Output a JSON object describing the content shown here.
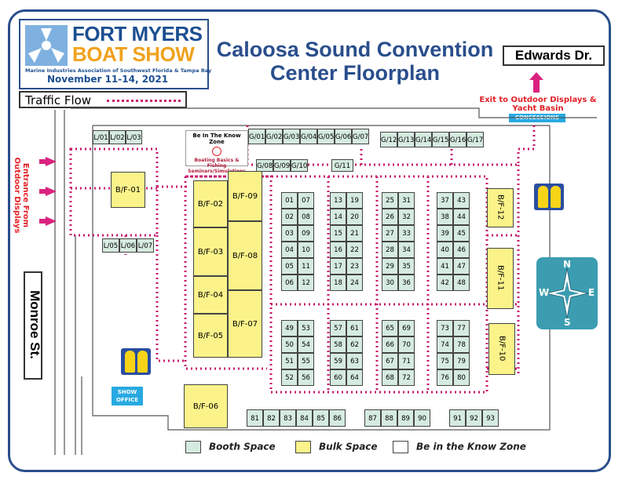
{
  "logo": {
    "line1": "FORT MYERS",
    "line2": "BOAT SHOW",
    "line3": "Marine Industries Association of Southwest Florida & Tampa Bay",
    "date": "November 11-14, 2021"
  },
  "title": {
    "line1": "Caloosa Sound Convention",
    "line2": "Center Floorplan"
  },
  "streets": {
    "north": "Edwards Dr.",
    "west": "Monroe St."
  },
  "traffic_flow_label": "Traffic Flow",
  "labels": {
    "entrance": "Entrance From Outdoor Displays",
    "exit": "Exit to Outdoor Displays & Yacht Basin",
    "concessions": "CONCESSIONS",
    "show_office": "SHOW OFFICE",
    "know_zone_title": "Be In The Know Zone",
    "know_zone_sub": "Boating Basics & Fishing Seminars/Simulations",
    "compass": {
      "n": "N",
      "s": "S",
      "e": "E",
      "w": "W"
    }
  },
  "legend": {
    "booth": "Booth Space",
    "bulk": "Bulk Space",
    "know": "Be in the Know Zone"
  },
  "colors": {
    "booth": "#d6ebe0",
    "bulk": "#fbf38a",
    "traffic": "#c8186e",
    "frame": "#2a4e8c"
  },
  "booths": {
    "lounge_top": [
      "L/01",
      "L/02",
      "L/03"
    ],
    "lounge_mid": [
      "L/05",
      "L/06",
      "L/07"
    ],
    "g_top_left": [
      "G/01",
      "G/02",
      "G/03",
      "G/04",
      "G/05",
      "G/06",
      "G/07"
    ],
    "g_top_right": [
      "G/12",
      "G/13",
      "G/14",
      "G/15",
      "G/16",
      "G/17"
    ],
    "g_mid": [
      "G/08",
      "G/09",
      "G/10"
    ],
    "g_11": "G/11",
    "bulk": {
      "bf01": "B/F-01",
      "bf02": "B/F-02",
      "bf03": "B/F-03",
      "bf04": "B/F-04",
      "bf05": "B/F-05",
      "bf06": "B/F-06",
      "bf07": "B/F-07",
      "bf08": "B/F-08",
      "bf09": "B/F-09",
      "bf10": "B/F-10",
      "bf11": "B/F-11",
      "bf12": "B/F-12"
    },
    "grid_a": [
      [
        "01",
        "07"
      ],
      [
        "02",
        "08"
      ],
      [
        "03",
        "09"
      ],
      [
        "04",
        "10"
      ],
      [
        "05",
        "11"
      ],
      [
        "06",
        "12"
      ]
    ],
    "grid_b": [
      [
        "13",
        "19"
      ],
      [
        "14",
        "20"
      ],
      [
        "15",
        "21"
      ],
      [
        "16",
        "22"
      ],
      [
        "17",
        "23"
      ],
      [
        "18",
        "24"
      ]
    ],
    "grid_c": [
      [
        "25",
        "31"
      ],
      [
        "26",
        "32"
      ],
      [
        "27",
        "33"
      ],
      [
        "28",
        "34"
      ],
      [
        "29",
        "35"
      ],
      [
        "30",
        "36"
      ]
    ],
    "grid_d": [
      [
        "37",
        "43"
      ],
      [
        "38",
        "44"
      ],
      [
        "39",
        "45"
      ],
      [
        "40",
        "46"
      ],
      [
        "41",
        "47"
      ],
      [
        "42",
        "48"
      ]
    ],
    "grid_e": [
      [
        "49",
        "53"
      ],
      [
        "50",
        "54"
      ],
      [
        "51",
        "55"
      ],
      [
        "52",
        "56"
      ]
    ],
    "grid_f": [
      [
        "57",
        "61"
      ],
      [
        "58",
        "62"
      ],
      [
        "59",
        "63"
      ],
      [
        "60",
        "64"
      ]
    ],
    "grid_g": [
      [
        "65",
        "69"
      ],
      [
        "66",
        "70"
      ],
      [
        "67",
        "71"
      ],
      [
        "68",
        "72"
      ]
    ],
    "grid_h": [
      [
        "73",
        "77"
      ],
      [
        "74",
        "78"
      ],
      [
        "75",
        "79"
      ],
      [
        "76",
        "80"
      ]
    ],
    "bottom_row_a": [
      "81",
      "82",
      "83",
      "84",
      "85",
      "86"
    ],
    "bottom_row_b": [
      "87",
      "88",
      "89",
      "90"
    ],
    "bottom_row_c": [
      "91",
      "92",
      "93"
    ]
  }
}
